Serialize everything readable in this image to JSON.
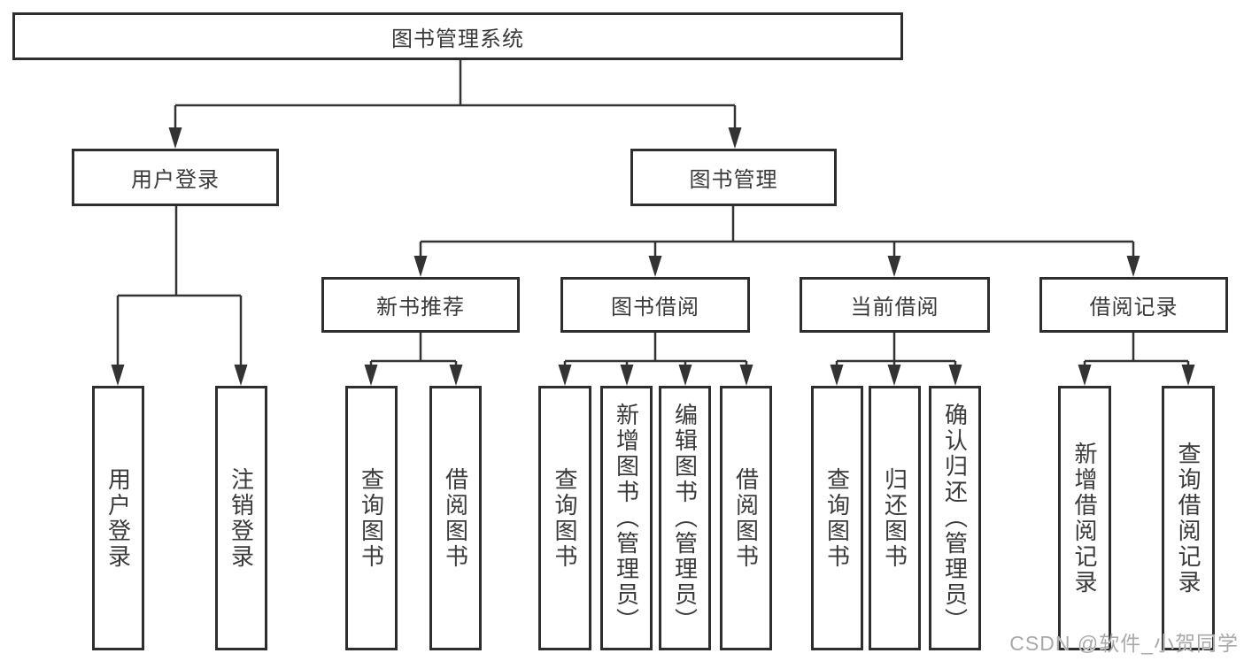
{
  "tree": {
    "label": "图书管理系统",
    "children": [
      {
        "label": "用户登录",
        "children": [
          {
            "label": "用户登录"
          },
          {
            "label": "注销登录"
          }
        ]
      },
      {
        "label": "图书管理",
        "children": [
          {
            "label": "新书推荐",
            "children": [
              {
                "label": "查询图书"
              },
              {
                "label": "借阅图书"
              }
            ]
          },
          {
            "label": "图书借阅",
            "children": [
              {
                "label": "查询图书"
              },
              {
                "label": "新增图书（管理员）"
              },
              {
                "label": "编辑图书（管理员）"
              },
              {
                "label": "借阅图书"
              }
            ]
          },
          {
            "label": "当前借阅",
            "children": [
              {
                "label": "查询图书"
              },
              {
                "label": "归还图书"
              },
              {
                "label": "确认归还（管理员）"
              }
            ]
          },
          {
            "label": "借阅记录",
            "children": [
              {
                "label": "新增借阅记录"
              },
              {
                "label": "查询借阅记录"
              }
            ]
          }
        ]
      }
    ]
  },
  "watermark": {
    "text": "CSDN @软件_小贺同学"
  },
  "colors": {
    "background": "#ffffff",
    "box_border": "#2e2e2e",
    "connector_line": "#333333",
    "text": "#3a3a3a",
    "watermark": "#a9a9a9"
  }
}
